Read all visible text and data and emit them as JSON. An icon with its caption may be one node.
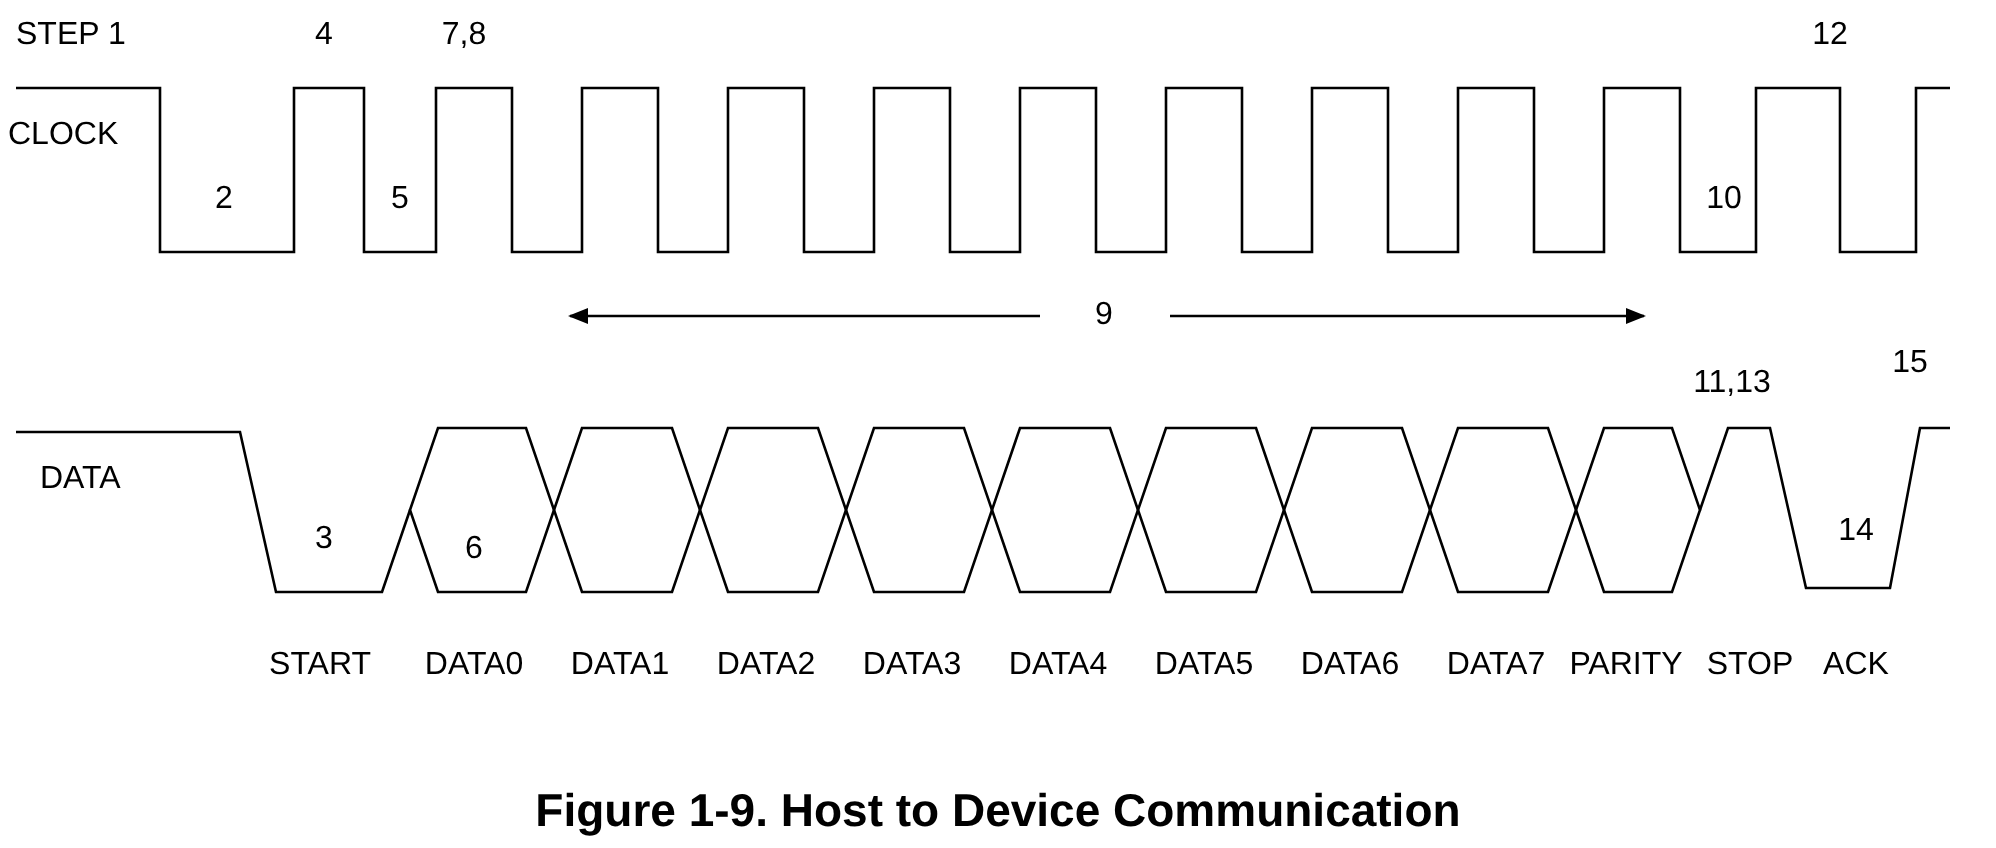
{
  "diagram": {
    "caption": "Figure 1-9. Host to Device Communication",
    "labels": [
      "STEP 1",
      "4",
      "7,8",
      "12",
      "CLOCK",
      "2",
      "5",
      "10",
      "9",
      "15",
      "11,13",
      "DATA",
      "3",
      "6",
      "14",
      "START",
      "DATA0",
      "DATA1",
      "DATA2",
      "DATA3",
      "DATA4",
      "DATA5",
      "DATA6",
      "DATA7",
      "PARITY",
      "STOP",
      "ACK"
    ]
  }
}
